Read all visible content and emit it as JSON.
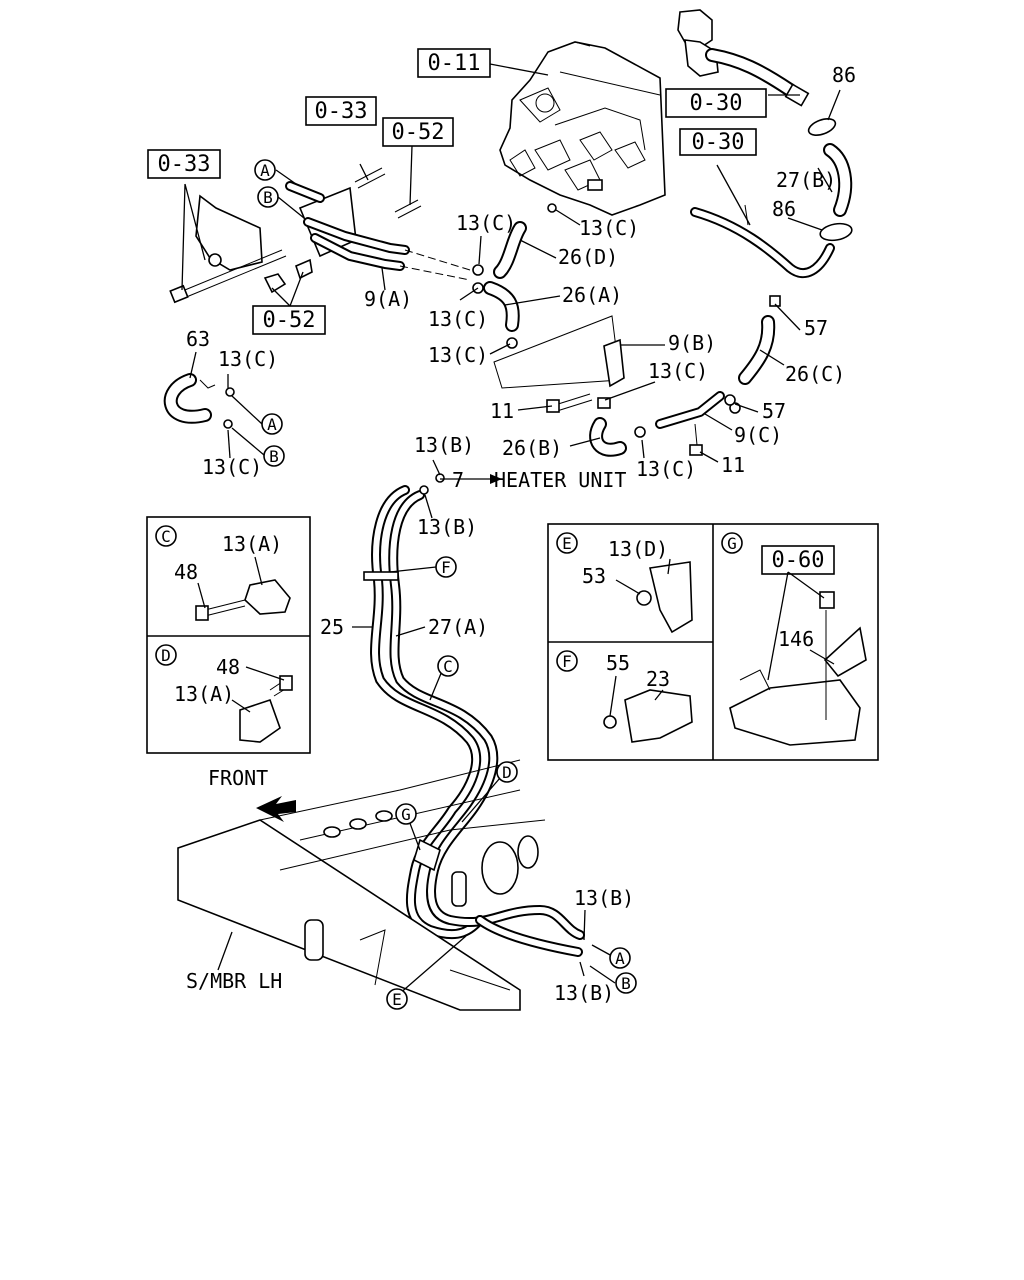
{
  "ref_boxes": {
    "r011": "0-11",
    "r030a": "0-30",
    "r030b": "0-30",
    "r033a": "0-33",
    "r052a": "0-52",
    "r033b": "0-33",
    "r052b": "0-52",
    "r060": "0-60"
  },
  "labels": {
    "p86a": "86",
    "p27b": "27(B)",
    "p86b": "86",
    "p57a": "57",
    "p26c": "26(C)",
    "p57b": "57",
    "p9c": "9(C)",
    "p11b": "11",
    "p13c_r": "13(C)",
    "p13c_t": "13(C)",
    "p13c_m": "13(C)",
    "p26d": "26(D)",
    "p26a": "26(A)",
    "p13c_l": "13(C)",
    "p13c_l2": "13(C)",
    "p9a": "9(A)",
    "p9b": "9(B)",
    "p13c_b": "13(C)",
    "p11a": "11",
    "p26b": "26(B)",
    "p13c_bb": "13(C)",
    "p63": "63",
    "p13c_63a": "13(C)",
    "p13c_63b": "13(C)",
    "p13b_t": "13(B)",
    "p7": "7",
    "heater": "HEATER UNIT",
    "p13b_t2": "13(B)",
    "p25": "25",
    "p27a": "27(A)",
    "front": "FRONT",
    "smbr": "S/MBR LH",
    "p13b_r1": "13(B)",
    "p13b_r2": "13(B)"
  },
  "circles": {
    "A1": "A",
    "B1": "B",
    "A2": "A",
    "B2": "B",
    "F1": "F",
    "C1": "C",
    "D1": "D",
    "G1": "G",
    "E1": "E",
    "A3": "A",
    "B3": "B"
  },
  "detail_C": {
    "tag": "C",
    "p13a": "13(A)",
    "p48": "48"
  },
  "detail_D": {
    "tag": "D",
    "p48": "48",
    "p13a": "13(A)"
  },
  "detail_E": {
    "tag": "E",
    "p13d": "13(D)",
    "p53": "53"
  },
  "detail_F": {
    "tag": "F",
    "p55": "55",
    "p23": "23"
  },
  "detail_G": {
    "tag": "G",
    "p146": "146"
  }
}
